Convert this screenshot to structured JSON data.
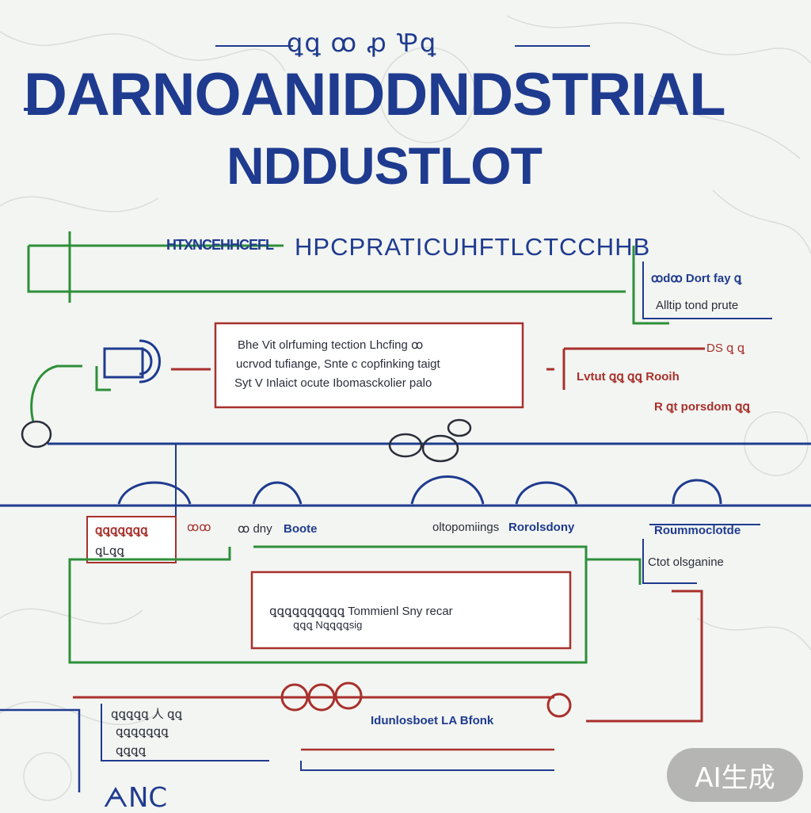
{
  "diagram": {
    "kicker": "ꝗꝗ ꝏ ꝓ Ꝕꝗ",
    "title_line1": "DARNOANIDDNDSTRIAL",
    "title_line2": "NDDUSTLOT",
    "header_left": "HTXNCEHHCEFL",
    "header_main": "HPCPRATICUHFTLCTCCHHB",
    "top_right": {
      "line1": "ꝏdꝏ Dort fay ꝗ",
      "line2": "Alltip tond prute"
    },
    "center_box": {
      "line1": "Bhe Vit olrfuming tection Lhcfing ꝏ",
      "line2": "ucrvod tufiange, Snte c copfinking taigt",
      "line3": "Syt V Inlaict ocute Ibomasckolier palo"
    },
    "right_mid": {
      "line1": "DS ꝗ ꝗ",
      "line2": "Lvtut ꝗꝗ ꝗꝗ Rooih",
      "line3": "R ꝗt porsdom ꝗꝗ"
    },
    "row_labels": {
      "left_box_1": "ꝗꝗꝗꝗꝗꝗꝗ",
      "left_box_2": "ꝗLꝗꝗ",
      "mid_1": "ꝏꝏ",
      "mid_2": "ꝏ dny",
      "mid_3": "Boote",
      "center": "oltopomiings",
      "center_blue": "Rorolsdony",
      "right_1": "Roummoclotde",
      "right_2": "Ctot olsganine"
    },
    "lower_box": {
      "line1": "ꝗꝗꝗꝗꝗꝗꝗꝗꝗꝗ Tommienl Sny recar",
      "line2": "ꝗꝗꝗ Nꝗꝗꝗꝗsig"
    },
    "bottom_left": {
      "line1": "ꝗꝗꝗꝗꝗ 人 ꝗꝗ",
      "line2": "ꝗꝗꝗꝗꝗꝗꝗ",
      "line3": "ꝗꝗꝗꝗ"
    },
    "bottom_center": "Idunlosboet LA Bfonk",
    "bottom_letters": "ᗅꓠꓚ",
    "badge": "AI生成"
  }
}
